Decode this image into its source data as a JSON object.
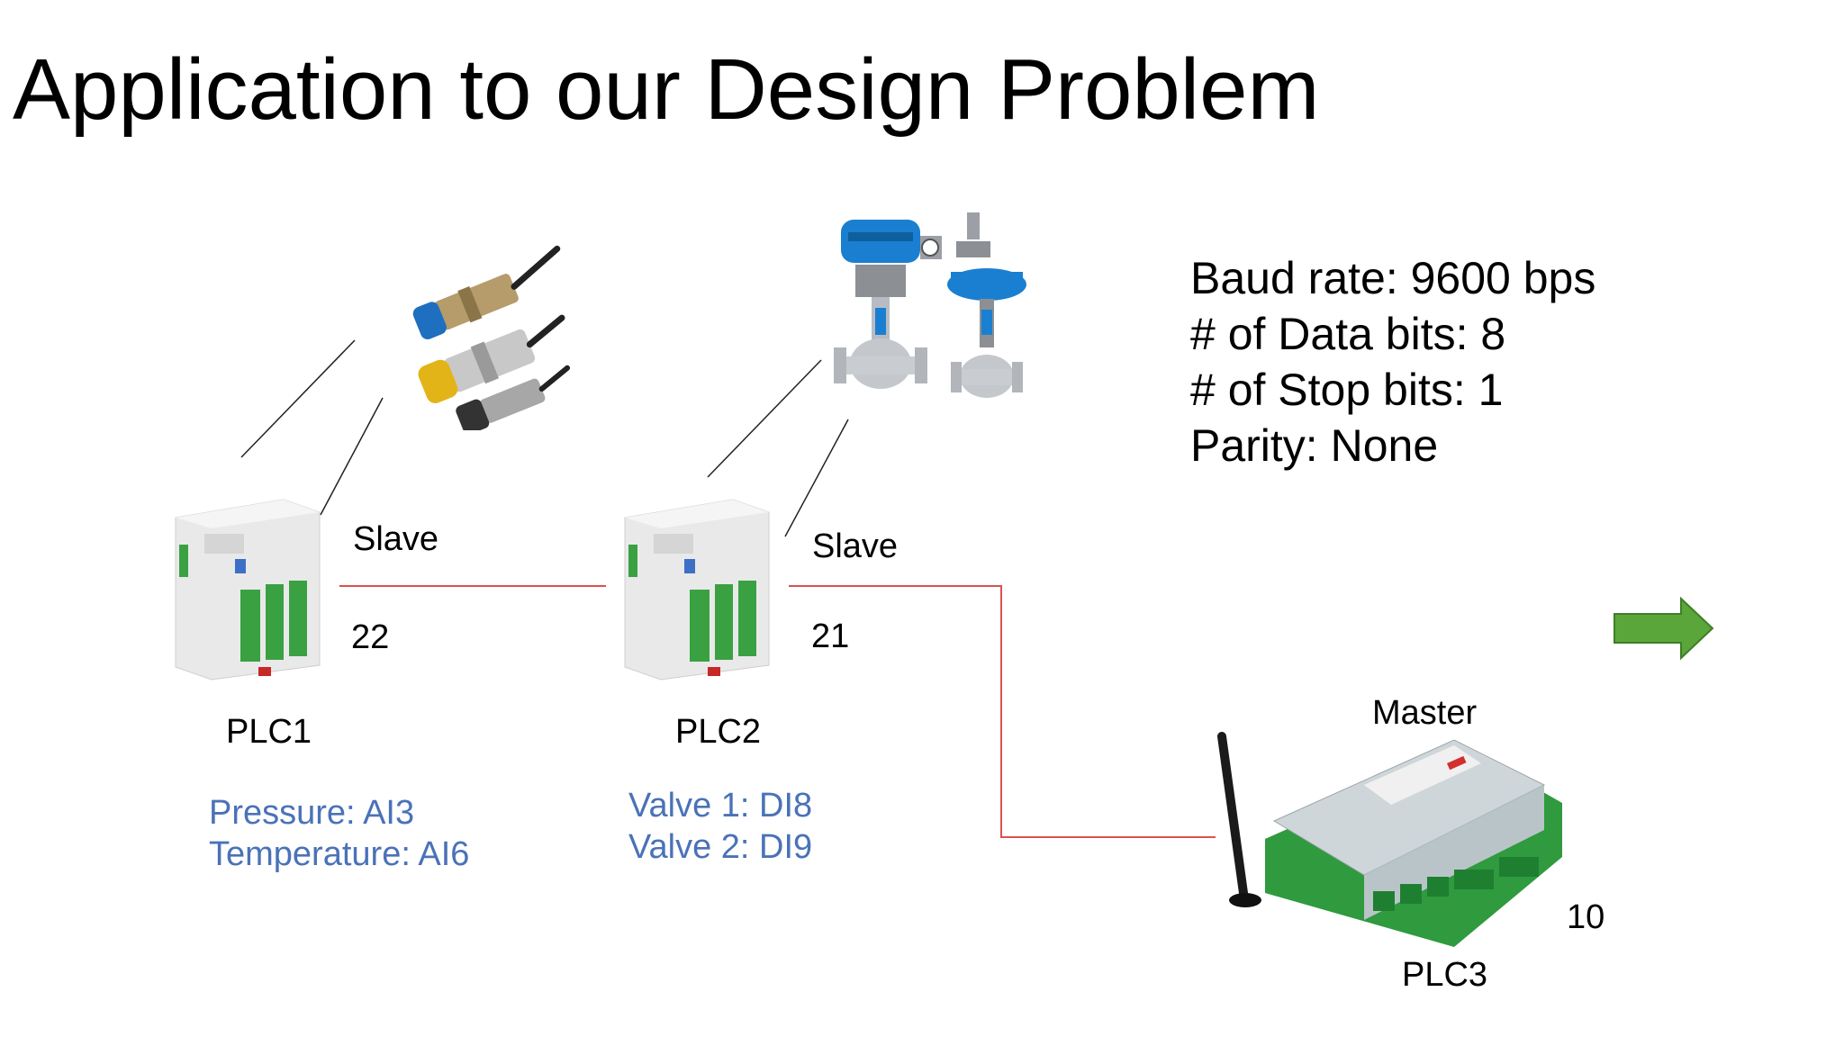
{
  "slide": {
    "title": "Application to our Design Problem",
    "nodes": {
      "plc1": {
        "name": "PLC1",
        "role": "Slave",
        "address": "22",
        "io": [
          "Pressure: AI3",
          "Temperature: AI6"
        ]
      },
      "plc2": {
        "name": "PLC2",
        "role": "Slave",
        "address": "21",
        "io": [
          "Valve 1: DI8",
          "Valve 2: DI9"
        ]
      },
      "plc3": {
        "name": "PLC3",
        "role": "Master",
        "address": "10"
      }
    },
    "serial_params": [
      "Baud rate: 9600 bps",
      "# of Data bits: 8",
      "# of Stop bits: 1",
      "Parity: None"
    ]
  },
  "colors": {
    "io_text": "#4a72b8",
    "bus_line": "#d9534f",
    "arrow": "#5aa63a",
    "sensor_blue": "#1f6fc1",
    "sensor_yellow": "#e2b418",
    "valve_blue": "#1a7fd0",
    "plc_terminal_green": "#3aa142"
  },
  "icons": [
    "sensors-image",
    "control-valves-image",
    "plc1-image",
    "plc2-image",
    "plc3-image",
    "next-arrow-icon"
  ]
}
